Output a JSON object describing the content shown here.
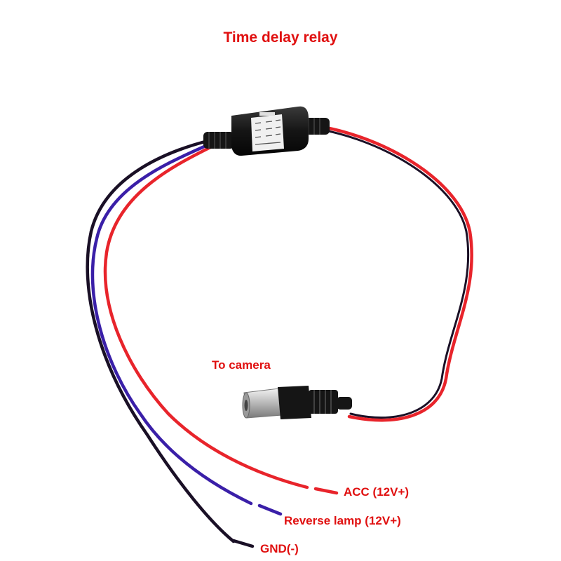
{
  "title": "Time delay relay",
  "labels": {
    "camera": "To camera",
    "acc": "ACC (12V+)",
    "reverse": "Reverse lamp (12V+)",
    "gnd": "GND(-)"
  },
  "colors": {
    "label_text": "#e01010",
    "wire_red": "#e8242b",
    "wire_blue": "#3a1fa8",
    "wire_black": "#1a1026",
    "relay_body": "#151515",
    "relay_sticker": "#f0f0f0",
    "connector_metal": "#bdbdbd"
  },
  "icons": [
    "relay-module-icon",
    "dc-barrel-connector-icon"
  ]
}
